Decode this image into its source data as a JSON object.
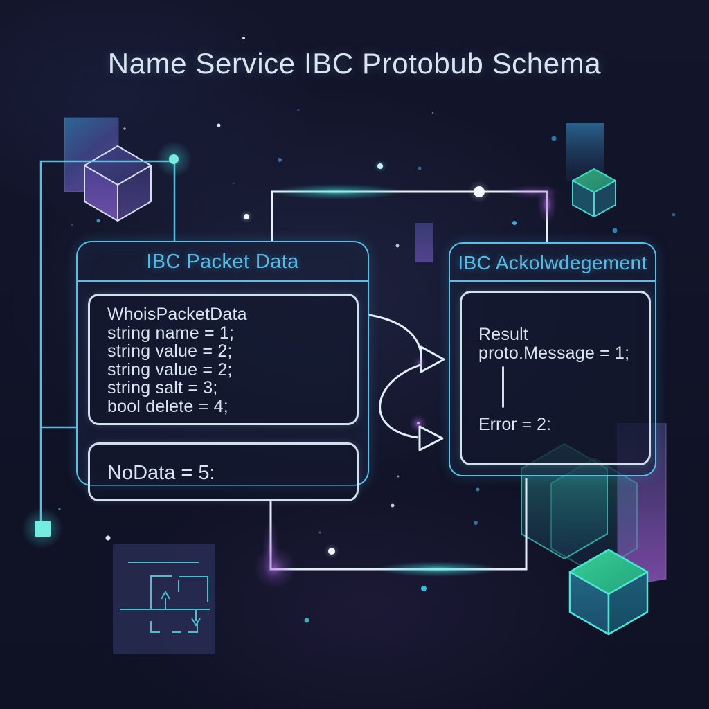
{
  "title": "Name Service IBC Protobub Schema",
  "left_panel": {
    "header": "IBC Packet Data",
    "message_box": {
      "lines": [
        "WhoisPacketData",
        "string name = 1;",
        "string value = 2;",
        "string value = 2;",
        "string salt = 3;",
        "bool delete = 4;"
      ]
    },
    "nodata_box": {
      "text": "NoData = 5:"
    }
  },
  "right_panel": {
    "header": "IBC Ackolwdegement",
    "result_lines": [
      "Result",
      "proto.Message = 1;"
    ],
    "error_line": "Error = 2:"
  },
  "decor": {
    "icons": [
      "cube-icon",
      "hexagon-icon",
      "circuit-icon",
      "flow-arrow-icon",
      "node-dot",
      "endpoint-square"
    ],
    "colors": {
      "background": "#11132a",
      "accent_cyan": "#4fc3ec",
      "accent_teal": "#3fd8c8",
      "accent_purple": "#8a55b8",
      "line_white": "#e6f1f8",
      "text_light": "#d9e6f0",
      "header_cyan": "#56bce6"
    }
  }
}
